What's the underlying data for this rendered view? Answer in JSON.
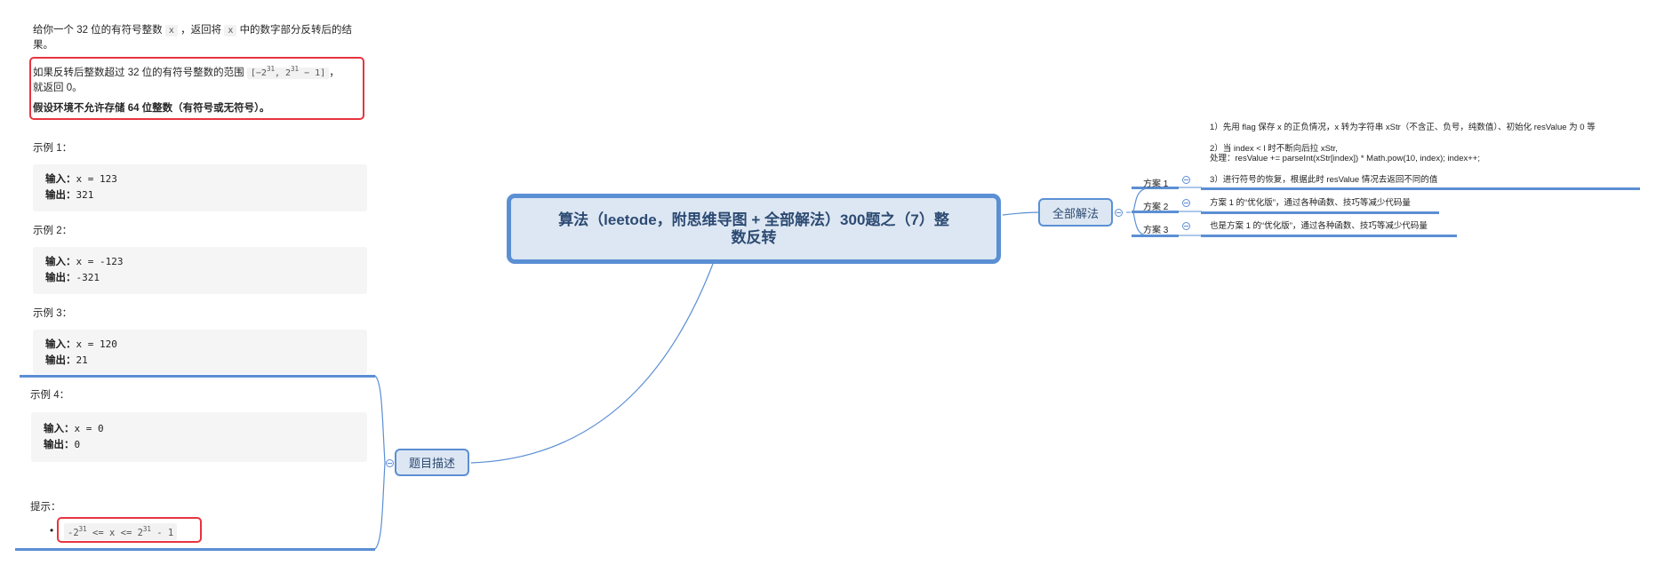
{
  "description_panel": {
    "intro": {
      "part1": "给你一个 32 位的有符号整数",
      "code1": "x",
      "part2": "，返回将",
      "code2": "x",
      "part3": "中的数字部分反转后的结",
      "part4": "果。"
    },
    "highlight": {
      "line1_text": "如果反转后整数超过 32 位的有符号整数的范围",
      "range_prefix": "[−2",
      "range_exp1": "31",
      "range_mid": ",  2",
      "range_exp2": "31",
      "range_suffix": " − 1]",
      "line1_tail": "，",
      "line2": "就返回 0。",
      "line3": "假设环境不允许存储 64 位整数（有符号或无符号）。"
    },
    "examples": [
      {
        "title": "示例 1：",
        "input_label": "输入：",
        "input_value": "x = 123",
        "output_label": "输出：",
        "output_value": "321"
      },
      {
        "title": "示例 2：",
        "input_label": "输入：",
        "input_value": "x = -123",
        "output_label": "输出：",
        "output_value": "-321"
      },
      {
        "title": "示例 3：",
        "input_label": "输入：",
        "input_value": "x = 120",
        "output_label": "输出：",
        "output_value": "21"
      },
      {
        "title": "示例 4：",
        "input_label": "输入：",
        "input_value": "x = 0",
        "output_label": "输出：",
        "output_value": "0"
      }
    ],
    "hint": {
      "title": "提示：",
      "bullet": "•",
      "c1": "-2",
      "e1": "31",
      "c2": " <= x <= 2",
      "e2": "31",
      "c3": " - 1"
    }
  },
  "mindmap": {
    "root": {
      "line1": "算法（leetode，附思维导图 + 全部解法）300题之（7）整",
      "line2": "数反转"
    },
    "branches": {
      "description": {
        "label": "题目描述"
      },
      "solutions": {
        "label": "全部解法",
        "children": [
          {
            "label": "方案 1",
            "notes": [
              "1）先用 flag 保存 x 的正负情况，x 转为字符串 xStr（不含正、负号，纯数值）、初始化 resValue 为 0 等",
              "2）当 index < l 时不断向后拉 xStr,",
              "处理：resValue += parseInt(xStr[index]) * Math.pow(10, index); index++;",
              "3）进行符号的恢复，根据此时 resValue 情况去返回不同的值"
            ]
          },
          {
            "label": "方案 2",
            "note": "方案 1 的“优化版”，通过各种函数、技巧等减少代码量"
          },
          {
            "label": "方案 3",
            "note": "也是方案 1 的“优化版”，通过各种函数、技巧等减少代码量"
          }
        ]
      }
    }
  },
  "colors": {
    "node_fill": "#dde7f3",
    "node_border": "#5b8fd4",
    "node_text": "#2c4a72",
    "highlight_red": "#e8343e",
    "code_bg": "#f5f5f5"
  }
}
